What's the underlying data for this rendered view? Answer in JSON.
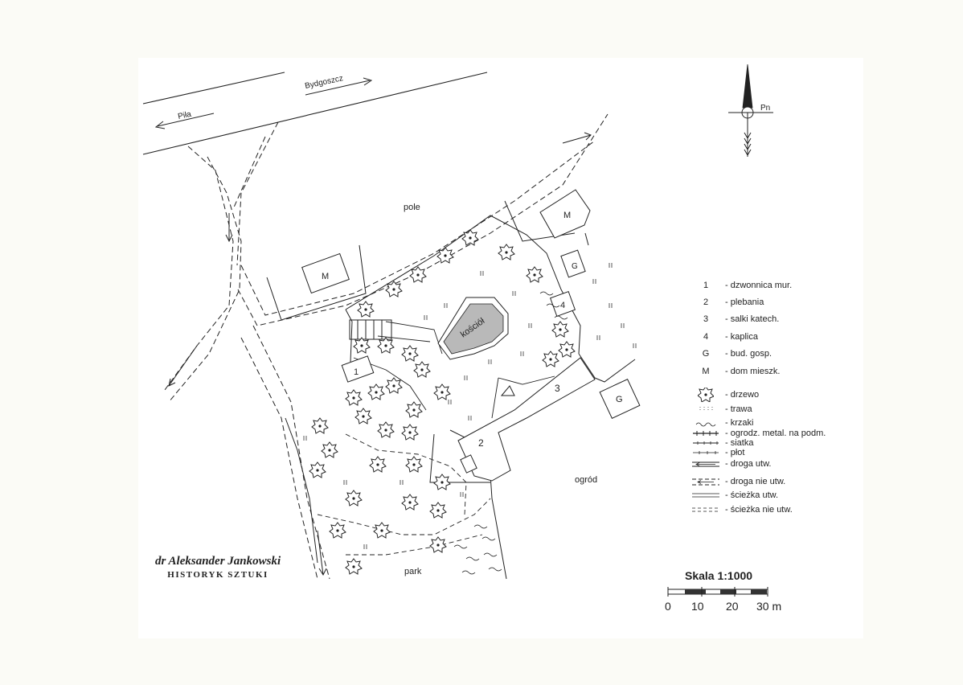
{
  "map_labels": {
    "north": "Pn",
    "road_bydgoszcz": "Bydgoszcz",
    "road_pila": "Piła",
    "field": "pole",
    "church": "kościół",
    "garden": "ogród",
    "park": "park",
    "building_1": "1",
    "building_2": "2",
    "building_3": "3",
    "building_4": "4",
    "house_m1": "M",
    "house_m2": "M",
    "farm_g1": "G",
    "farm_g2": "G"
  },
  "legend": [
    {
      "key": "1",
      "text": "- dzwonnica mur.",
      "icon": "number"
    },
    {
      "key": "2",
      "text": "- plebania",
      "icon": "number"
    },
    {
      "key": "3",
      "text": "- salki katech.",
      "icon": "number"
    },
    {
      "key": "4",
      "text": "- kaplica",
      "icon": "number"
    },
    {
      "key": "G",
      "text": "- bud. gosp.",
      "icon": "letter"
    },
    {
      "key": "M",
      "text": "- dom mieszk.",
      "icon": "letter"
    },
    {
      "key": "",
      "text": "- drzewo",
      "icon": "tree-icon"
    },
    {
      "key": "",
      "text": "- trawa",
      "icon": "grass-icon"
    },
    {
      "key": "",
      "text": "- krzaki",
      "icon": "bush-icon"
    },
    {
      "key": "",
      "text": "- ogrodz. metal. na podm.",
      "icon": "metal-fence-icon"
    },
    {
      "key": "",
      "text": "- siatka",
      "icon": "mesh-fence-icon"
    },
    {
      "key": "",
      "text": "- płot",
      "icon": "fence-icon"
    },
    {
      "key": "",
      "text": "- droga utw.",
      "icon": "paved-road-icon"
    },
    {
      "key": "",
      "text": "- droga nie utw.",
      "icon": "unpaved-road-icon"
    },
    {
      "key": "",
      "text": "- ścieżka utw.",
      "icon": "paved-path-icon"
    },
    {
      "key": "",
      "text": "- ścieżka nie utw.",
      "icon": "unpaved-path-icon"
    }
  ],
  "author": {
    "name": "dr Aleksander Jankowski",
    "title": "HISTORYK SZTUKI"
  },
  "scale": {
    "title": "Skala 1:1000",
    "ticks": [
      "0",
      "10",
      "20",
      "30 m"
    ]
  }
}
